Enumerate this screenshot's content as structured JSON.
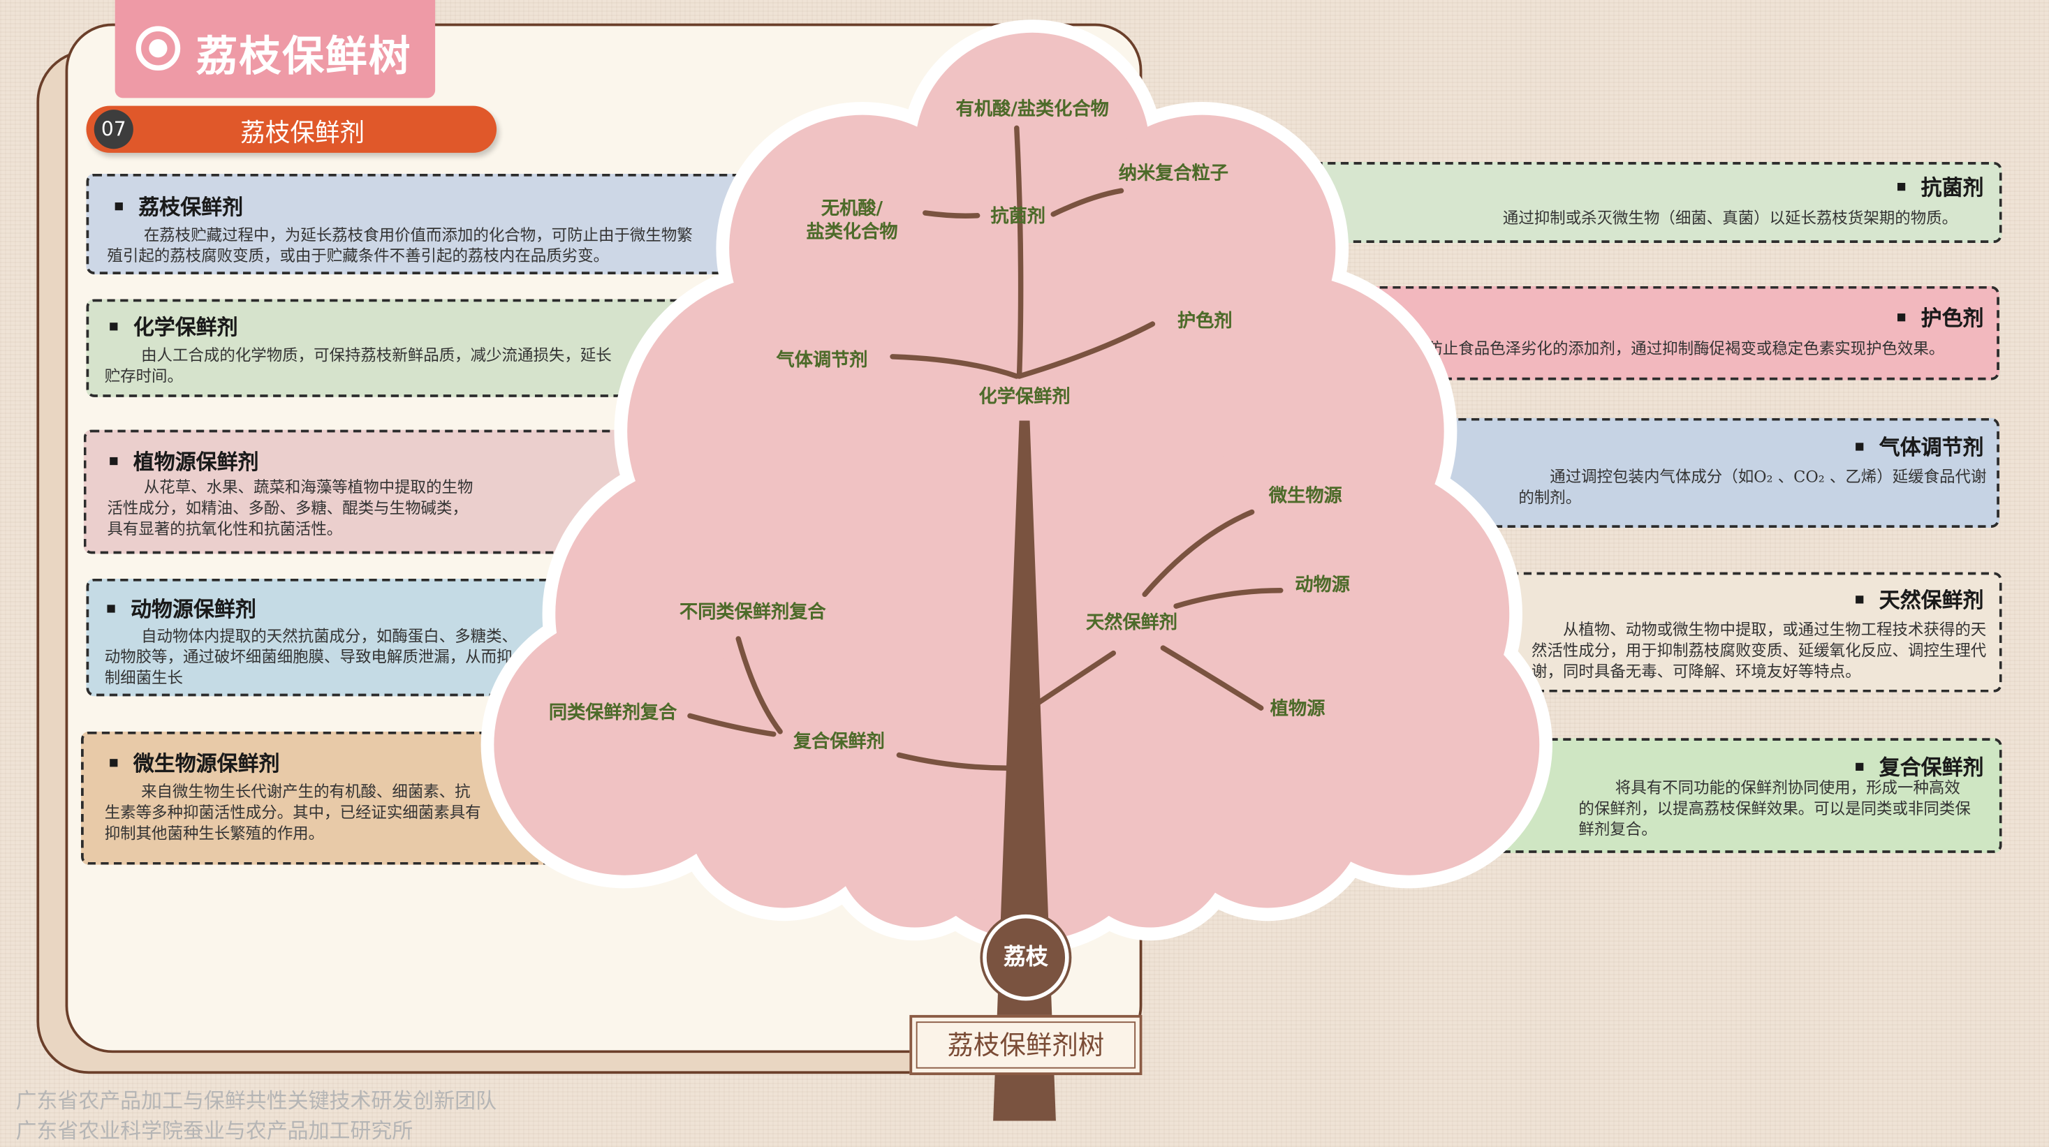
{
  "header": {
    "title": "荔枝保鲜树"
  },
  "section": {
    "number": "07",
    "label": "荔枝保鲜剂"
  },
  "left_cards": [
    {
      "title": "荔枝保鲜剂",
      "body": "在荔枝贮藏过程中，为延长荔枝食用价值而添加的化合物，可防止由于微生物繁殖引起的荔枝腐败变质，或由于贮藏条件不善引起的荔枝内在品质劣变。"
    },
    {
      "title": "化学保鲜剂",
      "body": "由人工合成的化学物质，可保持荔枝新鲜品质，减少流通损失，延长贮存时间。"
    },
    {
      "title": "植物源保鲜剂",
      "body": "从花草、水果、蔬菜和海藻等植物中提取的生物活性成分，如精油、多酚、多糖、醌类与生物碱类，具有显著的抗氧化性和抗菌活性。"
    },
    {
      "title": "动物源保鲜剂",
      "body": "自动物体内提取的天然抗菌成分，如酶蛋白、多糖类、动物胶等，通过破坏细菌细胞膜、导致电解质泄漏，从而抑制细菌生长"
    },
    {
      "title": "微生物源保鲜剂",
      "body": "来自微生物生长代谢产生的有机酸、细菌素、抗生素等多种抑菌活性成分。其中，已经证实细菌素具有抑制其他菌种生长繁殖的作用。"
    }
  ],
  "right_cards": [
    {
      "title": "抗菌剂",
      "body": "通过抑制或杀灭微生物（细菌、真菌）以延长荔枝货架期的物质。"
    },
    {
      "title": "护色剂",
      "body": "防止食品色泽劣化的添加剂，通过抑制酶促褐变或稳定色素实现护色效果。"
    },
    {
      "title": "气体调节剂",
      "body": "通过调控包装内气体成分（如O₂ 、CO₂ 、乙烯）延缓食品代谢的制剂。"
    },
    {
      "title": "天然保鲜剂",
      "body": "从植物、动物或微生物中提取，或通过生物工程技术获得的天然活性成分，用于抑制荔枝腐败变质、延缓氧化反应、调控生理代谢，同时具备无毒、可降解、环境友好等特点。"
    },
    {
      "title": "复合保鲜剂",
      "body": "将具有不同功能的保鲜剂协同使用，形成一种高效的保鲜剂，以提高荔枝保鲜效果。可以是同类或非同类保鲜剂复合。"
    }
  ],
  "tree_nodes": {
    "organic_acid": "有机酸/盐类化合物",
    "nano": "纳米复合粒子",
    "inorganic_1": "无机酸/",
    "inorganic_2": "盐类化合物",
    "antibacterial": "抗菌剂",
    "color": "护色剂",
    "gas": "气体调节剂",
    "chemical": "化学保鲜剂",
    "microbial": "微生物源",
    "animal": "动物源",
    "natural": "天然保鲜剂",
    "plant": "植物源",
    "diff_combo": "不同类保鲜剂复合",
    "same_combo": "同类保鲜剂复合",
    "compound": "复合保鲜剂"
  },
  "root": "荔枝",
  "tree_label": "荔枝保鲜剂树",
  "footer": {
    "line1": "广东省农产品加工与保鲜共性关键技术研发创新团队",
    "line2": "广东省农业科学院蚕业与农产品加工研究所"
  },
  "colors": {
    "canopy": "#f0c2c3",
    "trunk": "#7a5340",
    "node_text": "#4d6b2a",
    "pill": "#e0582a",
    "title_tab": "#ee9aa6"
  }
}
